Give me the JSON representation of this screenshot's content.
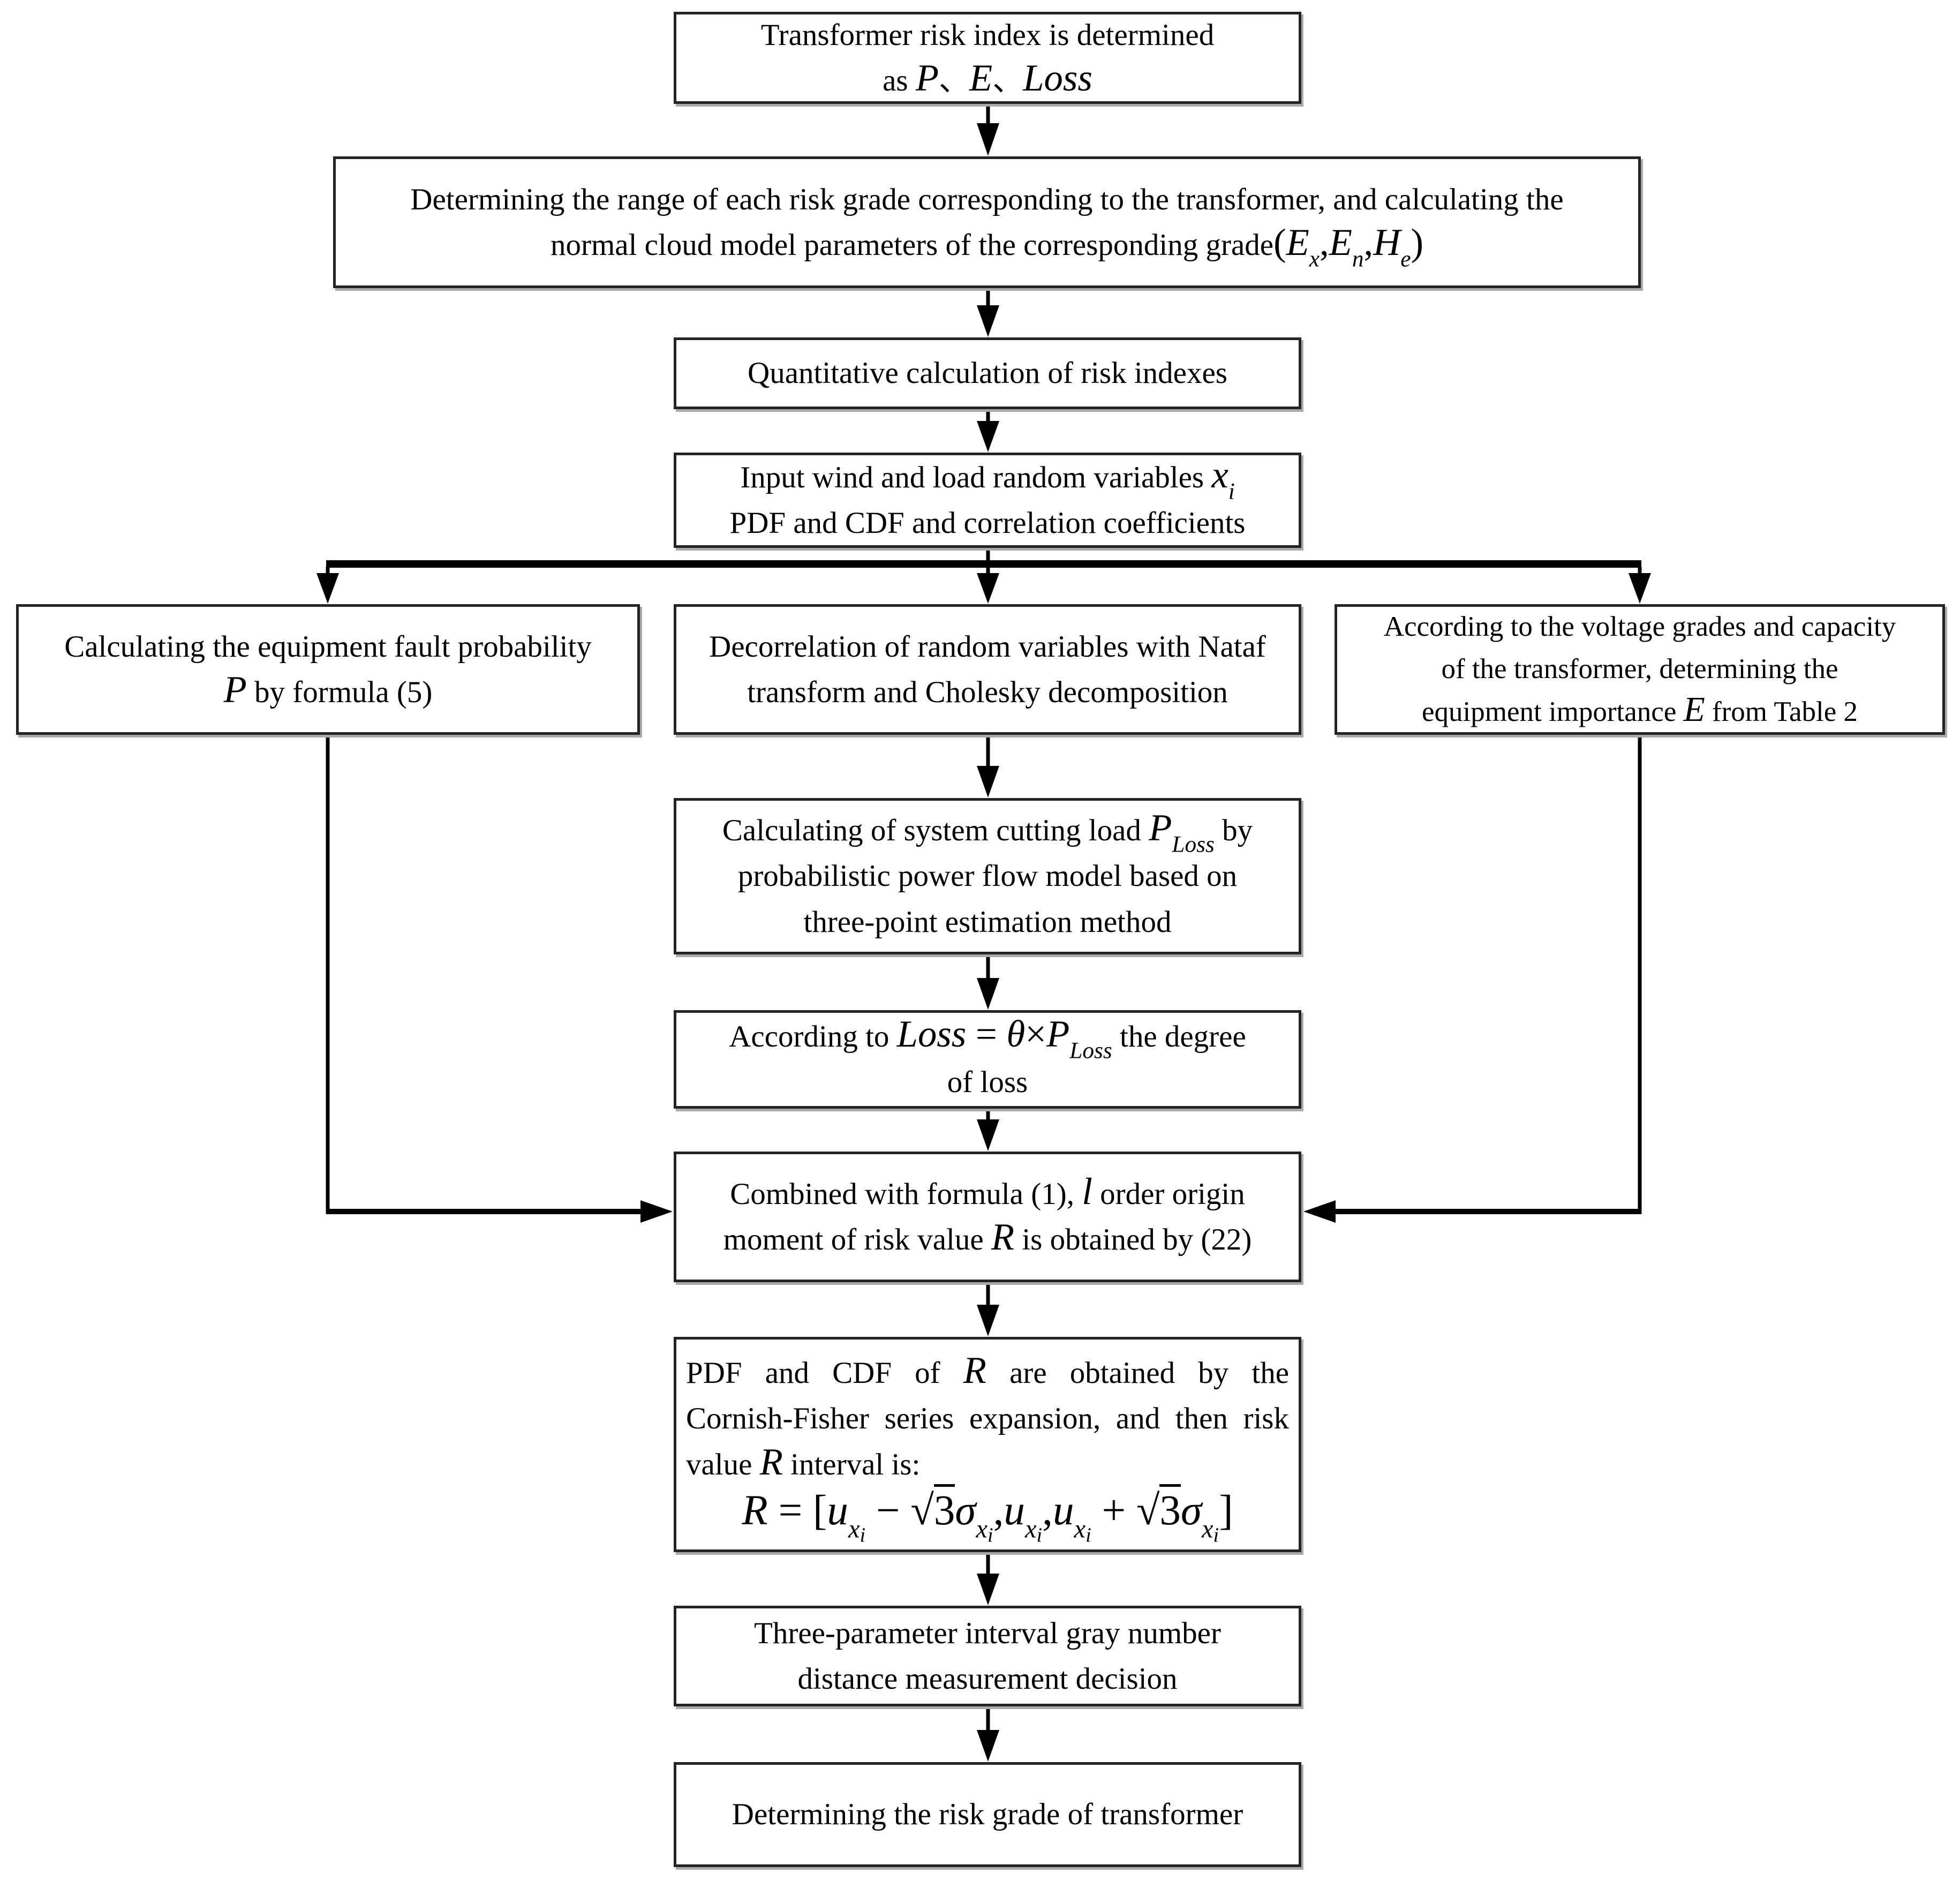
{
  "figure": {
    "type": "flowchart",
    "description": "Transformer risk assessment procedure flowchart",
    "colors": {
      "ink": "#000000",
      "background": "#ffffff",
      "box_border": "#242424",
      "box_shadow": "#a9a9a9"
    }
  },
  "boxes": {
    "risk_index": {
      "lines": [
        {
          "s": [
            {
              "t": "Transformer risk index is determined"
            }
          ]
        },
        {
          "s": [
            {
              "t": "as "
            },
            {
              "t": "P",
              "st": "var"
            },
            {
              "t": "、"
            },
            {
              "t": "E",
              "st": "var"
            },
            {
              "t": "、"
            },
            {
              "t": "Loss",
              "st": "var"
            }
          ]
        }
      ]
    },
    "grade_range": {
      "lines": [
        {
          "s": [
            {
              "t": "Determining the range of each risk grade corresponding to the transformer, and calculating the"
            }
          ]
        },
        {
          "s": [
            {
              "t": "normal cloud model parameters of the corresponding grade"
            },
            {
              "t": "(",
              "st": "op"
            },
            {
              "t": "E",
              "st": "var"
            },
            {
              "t": "x",
              "st": "sub"
            },
            {
              "t": ",",
              "st": "op"
            },
            {
              "t": "E",
              "st": "var"
            },
            {
              "t": "n",
              "st": "sub"
            },
            {
              "t": ",",
              "st": "op"
            },
            {
              "t": "H",
              "st": "var"
            },
            {
              "t": "e",
              "st": "sub"
            },
            {
              "t": ")",
              "st": "op"
            }
          ]
        }
      ]
    },
    "quantitative": {
      "lines": [
        {
          "s": [
            {
              "t": "Quantitative calculation of risk indexes"
            }
          ]
        }
      ]
    },
    "input_variables": {
      "lines": [
        {
          "s": [
            {
              "t": "Input wind and load random variables "
            },
            {
              "t": "x",
              "st": "var"
            },
            {
              "t": "i",
              "st": "sub"
            }
          ]
        },
        {
          "s": [
            {
              "t": "PDF and CDF and correlation coefficients"
            }
          ]
        }
      ]
    },
    "fault_probability": {
      "lines": [
        {
          "s": [
            {
              "t": "Calculating the equipment fault probability"
            }
          ]
        },
        {
          "s": [
            {
              "t": "P",
              "st": "var"
            },
            {
              "t": " by formula (5)"
            }
          ]
        }
      ]
    },
    "decorrelation": {
      "lines": [
        {
          "s": [
            {
              "t": "Decorrelation of random variables with Nataf"
            }
          ]
        },
        {
          "s": [
            {
              "t": "transform and Cholesky decomposition"
            }
          ]
        }
      ]
    },
    "equipment_importance": {
      "lines": [
        {
          "s": [
            {
              "t": "According to the voltage grades and capacity"
            }
          ]
        },
        {
          "s": [
            {
              "t": "of the transformer, determining the"
            }
          ]
        },
        {
          "s": [
            {
              "t": "equipment importance "
            },
            {
              "t": "E",
              "st": "var"
            },
            {
              "t": " from Table 2"
            }
          ]
        }
      ]
    },
    "cutting_load": {
      "lines": [
        {
          "s": [
            {
              "t": "Calculating of system cutting load "
            },
            {
              "t": "P",
              "st": "var"
            },
            {
              "t": "Loss",
              "st": "sub"
            },
            {
              "t": " by"
            }
          ]
        },
        {
          "s": [
            {
              "t": "probabilistic power flow model based on"
            }
          ]
        },
        {
          "s": [
            {
              "t": "three-point estimation method"
            }
          ]
        }
      ]
    },
    "degree_of_loss": {
      "lines": [
        {
          "s": [
            {
              "t": "According to "
            },
            {
              "t": "Loss",
              "st": "var"
            },
            {
              "t": " = ",
              "st": "op"
            },
            {
              "t": "θ",
              "st": "var"
            },
            {
              "t": "×",
              "st": "op"
            },
            {
              "t": "P",
              "st": "var"
            },
            {
              "t": "Loss",
              "st": "sub"
            },
            {
              "t": " the degree"
            }
          ]
        },
        {
          "s": [
            {
              "t": "of loss"
            }
          ]
        }
      ]
    },
    "origin_moment": {
      "lines": [
        {
          "s": [
            {
              "t": "Combined with formula (1), "
            },
            {
              "t": "l",
              "st": "var"
            },
            {
              "t": " order origin"
            }
          ]
        },
        {
          "s": [
            {
              "t": "moment of risk value "
            },
            {
              "t": "R",
              "st": "var"
            },
            {
              "t": " is obtained by (22)"
            }
          ]
        }
      ]
    },
    "pdf_cdf_interval": {
      "lines": [
        {
          "a": "j",
          "s": [
            {
              "t": "PDF and CDF of "
            },
            {
              "t": "R",
              "st": "var"
            },
            {
              "t": " are obtained by the"
            }
          ]
        },
        {
          "a": "j",
          "s": [
            {
              "t": "Cornish-Fisher series expansion, and then risk"
            }
          ]
        },
        {
          "a": "l",
          "s": [
            {
              "t": "value "
            },
            {
              "t": "R",
              "st": "var"
            },
            {
              "t": " interval is:"
            }
          ]
        },
        {
          "a": "f",
          "s": [
            {
              "t": "R",
              "st": "var"
            },
            {
              "t": " = [",
              "st": "op"
            },
            {
              "t": "u",
              "st": "var"
            },
            {
              "t": "x",
              "st": "sub"
            },
            {
              "t": "i",
              "st": "subsub"
            },
            {
              "t": " − ",
              "st": "op"
            },
            {
              "t": "√",
              "st": "op"
            },
            {
              "t": "3",
              "st": "over"
            },
            {
              "t": "σ",
              "st": "var"
            },
            {
              "t": "x",
              "st": "sub"
            },
            {
              "t": "i",
              "st": "subsub"
            },
            {
              "t": ",",
              "st": "op"
            },
            {
              "t": "u",
              "st": "var"
            },
            {
              "t": "x",
              "st": "sub"
            },
            {
              "t": "i",
              "st": "subsub"
            },
            {
              "t": ",",
              "st": "op"
            },
            {
              "t": "u",
              "st": "var"
            },
            {
              "t": "x",
              "st": "sub"
            },
            {
              "t": "i",
              "st": "subsub"
            },
            {
              "t": " + ",
              "st": "op"
            },
            {
              "t": "√",
              "st": "op"
            },
            {
              "t": "3",
              "st": "over"
            },
            {
              "t": "σ",
              "st": "var"
            },
            {
              "t": "x",
              "st": "sub"
            },
            {
              "t": "i",
              "st": "subsub"
            },
            {
              "t": "]",
              "st": "op"
            }
          ]
        }
      ]
    },
    "gray_decision": {
      "lines": [
        {
          "s": [
            {
              "t": "Three-parameter interval gray number"
            }
          ]
        },
        {
          "s": [
            {
              "t": "distance measurement decision"
            }
          ]
        }
      ]
    },
    "risk_grade": {
      "lines": [
        {
          "s": [
            {
              "t": "Determining the risk grade of transformer"
            }
          ]
        }
      ]
    }
  }
}
